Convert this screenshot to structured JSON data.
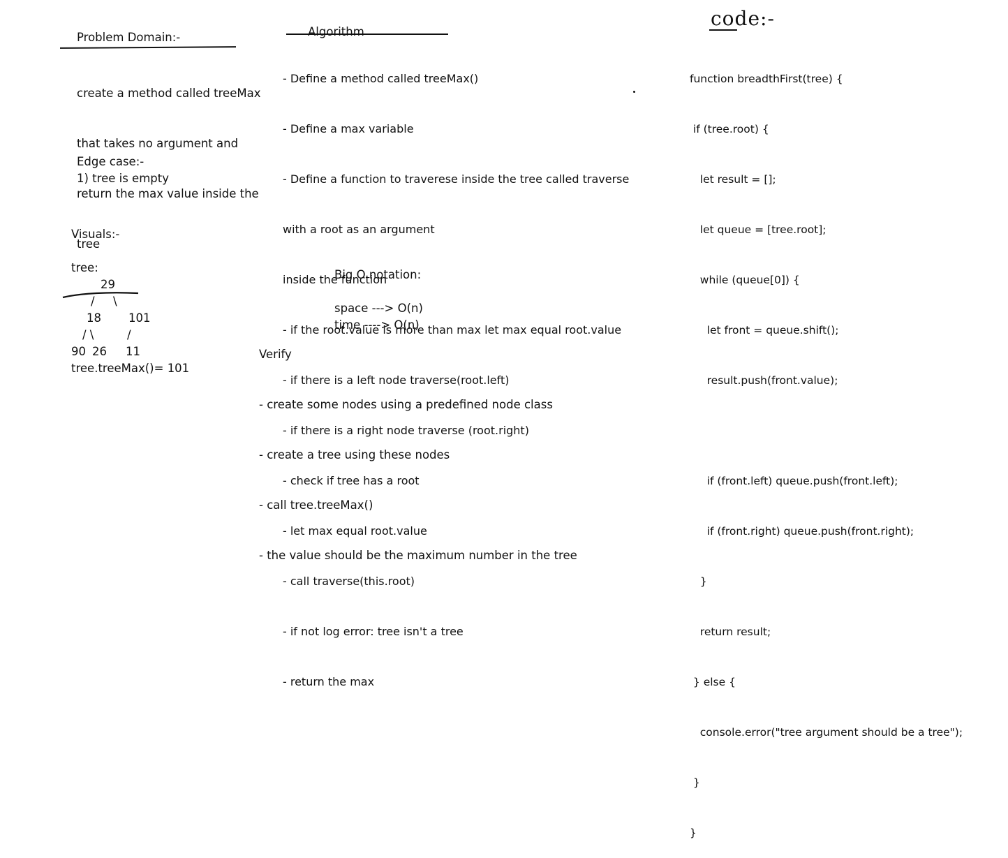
{
  "problem_domain": {
    "heading": "Problem Domain:-",
    "lines": [
      "create a method called treeMax",
      "that takes no argument and",
      "return the max value inside the",
      "tree"
    ]
  },
  "edge_case": {
    "heading": "Edge case:-",
    "lines": [
      "1) tree is empty"
    ]
  },
  "visuals": {
    "heading": "Visuals:-",
    "tree_label": "tree:",
    "nodes": {
      "root": "29",
      "left": "18",
      "right": "101",
      "left_left": "90",
      "left_right": "26",
      "right_left": "11"
    },
    "branches": {
      "root_left": "/",
      "root_right": "\\",
      "left_children": "/ \\",
      "right_child": "/"
    },
    "result": "tree.treeMax()= 101"
  },
  "algorithm": {
    "heading": "Algorithm",
    "lines": [
      "- Define a method called treeMax()",
      "- Define a max variable",
      "- Define a function to traverese inside the tree called traverse",
      "with a root as an argument",
      "inside the function",
      "- if the root.value is more than max let max equal root.value",
      "- if there is a left node traverse(root.left)",
      "- if there is a right node traverse (root.right)",
      "- check if tree has a root",
      "- let max equal root.value",
      "- call traverse(this.root)",
      "- if not log error: tree isn't a tree",
      "- return the max"
    ]
  },
  "big_o": {
    "heading": "Big O notation:",
    "space": "space ---> O(n)",
    "time": "time ----> O(n)"
  },
  "verify": {
    "heading": "Verify",
    "lines": [
      "- create some nodes using a predefined node class",
      "- create a tree using these nodes",
      "- call tree.treeMax()",
      "- the value should be the maximum number in the tree"
    ]
  },
  "code": {
    "heading": "code:-",
    "lines": [
      "function breadthFirst(tree) {",
      " if (tree.root) {",
      "   let result = [];",
      "   let queue = [tree.root];",
      "   while (queue[0]) {",
      "     let front = queue.shift();",
      "     result.push(front.value);",
      "",
      "     if (front.left) queue.push(front.left);",
      "     if (front.right) queue.push(front.right);",
      "   }",
      "   return result;",
      " } else {",
      "   console.error(\"tree argument should be a tree\");",
      " }",
      "}"
    ]
  }
}
